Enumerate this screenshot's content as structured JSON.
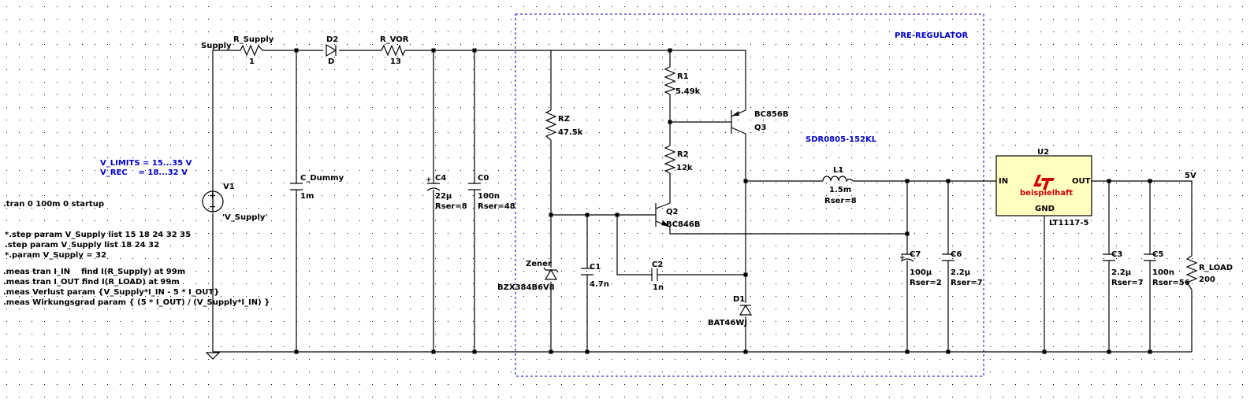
{
  "nets": {
    "supply": "Supply",
    "out": "5V"
  },
  "region": {
    "label": "PRE-REGULATOR"
  },
  "components": {
    "R_Supply": {
      "name": "R_Supply",
      "value": "1"
    },
    "D2": {
      "name": "D2",
      "value": "D"
    },
    "R_VOR": {
      "name": "R_VOR",
      "value": "13"
    },
    "C_Dummy": {
      "name": "C_Dummy",
      "value": "1m"
    },
    "V1": {
      "name": "V1",
      "value": "'V_Supply'"
    },
    "C4": {
      "name": "C4",
      "value": "22µ",
      "rser": "Rser=8"
    },
    "C0": {
      "name": "C0",
      "value": "100n",
      "rser": "Rser=48"
    },
    "RZ": {
      "name": "RZ",
      "value": "47.5k"
    },
    "R1": {
      "name": "R1",
      "value": "5.49k"
    },
    "R2": {
      "name": "R2",
      "value": "12k"
    },
    "Q3": {
      "name": "Q3",
      "value": "BC856B"
    },
    "Q2": {
      "name": "Q2",
      "value": "BC846B"
    },
    "L1": {
      "name": "L1",
      "value": "1.5m",
      "rser": "Rser=8",
      "part": "SDR0805-152KL"
    },
    "Zener": {
      "name": "Zener",
      "value": "BZX384B6V8"
    },
    "C1": {
      "name": "C1",
      "value": "4.7n"
    },
    "C2": {
      "name": "C2",
      "value": "1n"
    },
    "D1": {
      "name": "D1",
      "value": "BAT46WJ"
    },
    "C7": {
      "name": "C7",
      "value": "100µ",
      "rser": "Rser=2"
    },
    "C6": {
      "name": "C6",
      "value": "2.2µ",
      "rser": "Rser=7"
    },
    "U2": {
      "name": "U2",
      "part": "LT1117-5",
      "pin_in": "IN",
      "pin_out": "OUT",
      "pin_gnd": "GND",
      "logo_text": "beispielhaft"
    },
    "C3": {
      "name": "C3",
      "value": "2.2µ",
      "rser": "Rser=7"
    },
    "C5": {
      "name": "C5",
      "value": "100n",
      "rser": "Rser=56"
    },
    "R_LOAD": {
      "name": "R_LOAD",
      "value": "200"
    }
  },
  "params": {
    "v_limits": "V_LIMITS = 15...35 V",
    "v_rec": "V_REC    = 18...32 V"
  },
  "directives": [
    ".tran 0 100m 0 startup",
    "*.step param V_Supply list 15 18 24 32 35",
    ".step param V_Supply list 18 24 32",
    "*.param V_Supply = 32",
    ".meas tran I_IN    find I(R_Supply) at 99m",
    ".meas tran I_OUT find I(R_LOAD) at 99m",
    ".meas Verlust param {V_Supply*I_IN - 5 * I_OUT}",
    ".meas Wirkungsgrad param { (5 * I_OUT) / (V_Supply*I_IN) }"
  ],
  "colors": {
    "wire": "#000000",
    "annotation": "#0000c8",
    "ic_fill": "#ffffc0",
    "logo": "#d00000",
    "grid": "#000000"
  }
}
